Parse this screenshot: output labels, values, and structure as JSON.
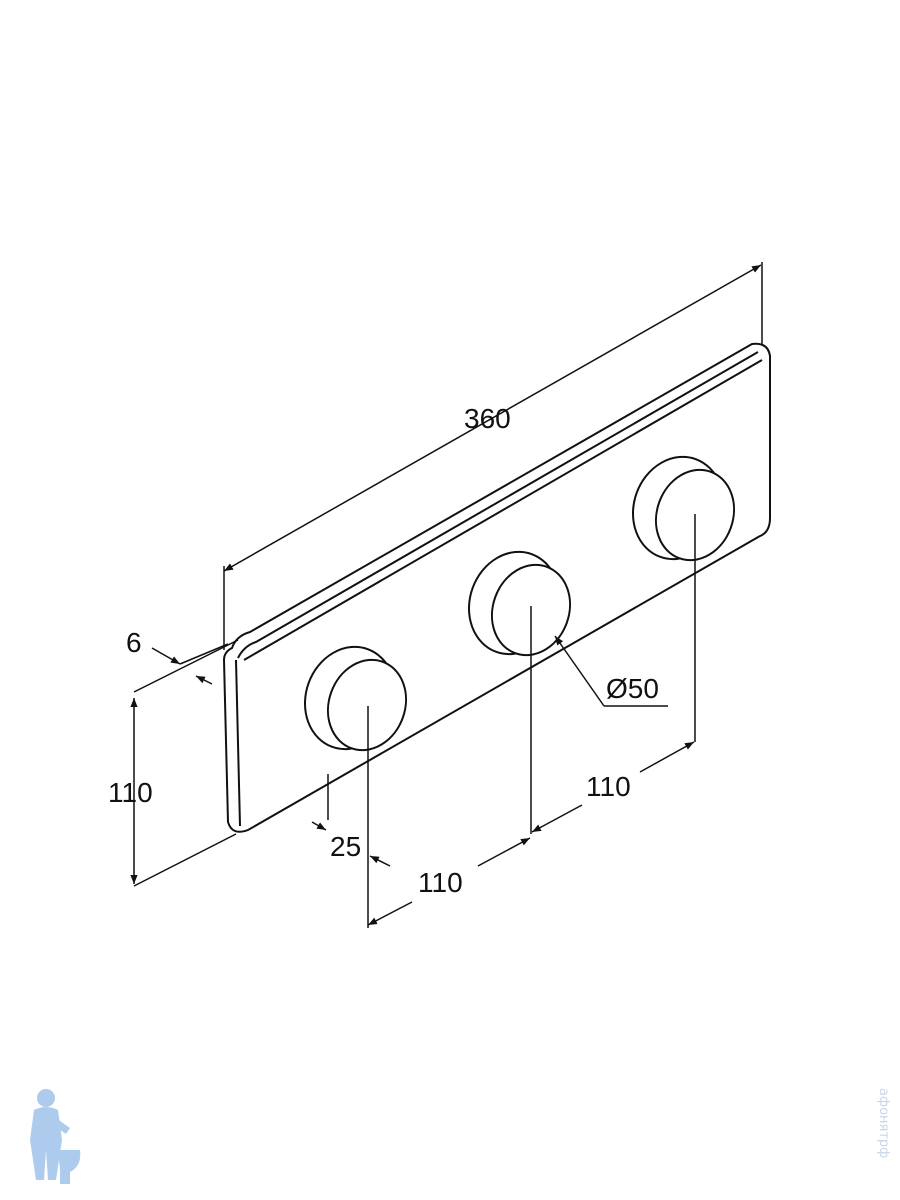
{
  "diagram": {
    "dimensions": {
      "length": "360",
      "thickness": "6",
      "height": "110",
      "edge_offset": "25",
      "spacing_left": "110",
      "spacing_right": "110",
      "diameter": "Ø50"
    },
    "watermark": {
      "text": "афонятрф",
      "logo_icon": "plumber-with-toilet-icon"
    },
    "colors": {
      "line": "#111111",
      "watermark": "#c8d6e8",
      "logo": "#9fc3ea"
    }
  }
}
